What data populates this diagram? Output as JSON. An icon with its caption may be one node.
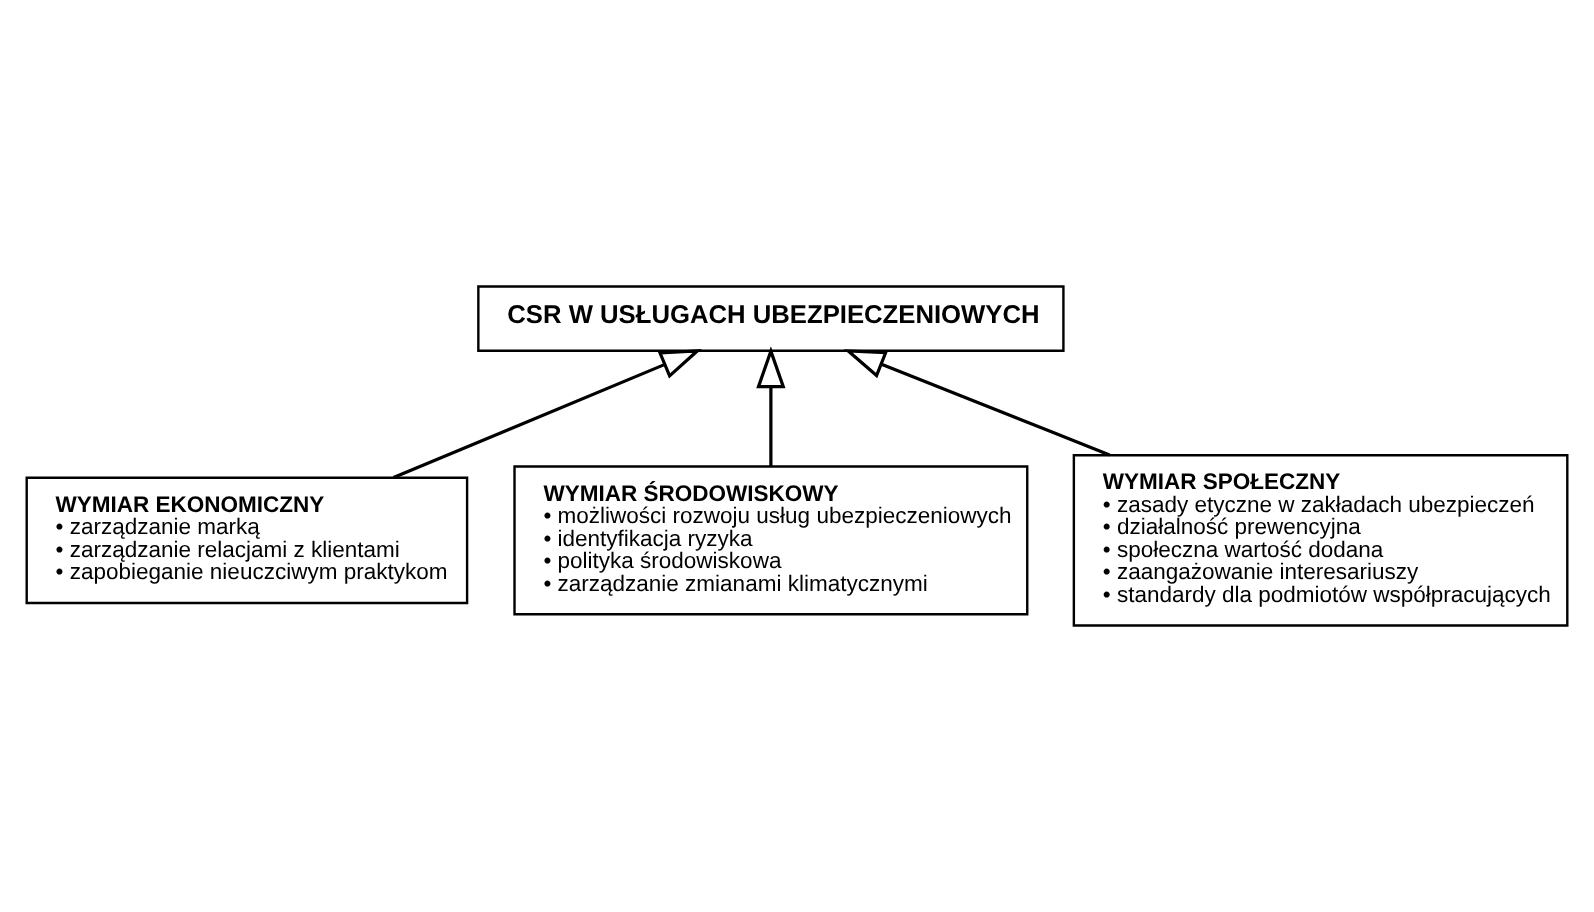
{
  "diagram": {
    "nodes": [
      {
        "text": [
          "CSR W USŁUGACH UBEZPIECZENIOWYCH"
        ]
      },
      {
        "text": [
          "WYMIAR EKONOMICZNY",
          "• zarządzanie marką",
          "• zarządzanie relacjami z klientami",
          "• zapobieganie nieuczciwym praktykom"
        ]
      },
      {
        "text": [
          "WYMIAR ŚRODOWISKOWY",
          "• możliwości rozwoju usług ubezpieczeniowych",
          "• identyfikacja ryzyka",
          "• polityka środowiskowa",
          "• zarządzanie zmianami klimatycznymi"
        ]
      },
      {
        "text": [
          "WYMIAR SPOŁECZNY",
          "• zasady etyczne w zakładach ubezpieczeń",
          "• działalność prewencyjna",
          "• społeczna wartość dodana",
          "• zaangażowanie interesariuszy",
          "• standardy dla podmiotów współpracujących"
        ]
      }
    ],
    "edges": [
      {
        "from": 1,
        "to": 0,
        "arrow": "to"
      },
      {
        "from": 2,
        "to": 0,
        "arrow": "to"
      },
      {
        "from": 3,
        "to": 0,
        "arrow": "to"
      }
    ]
  }
}
